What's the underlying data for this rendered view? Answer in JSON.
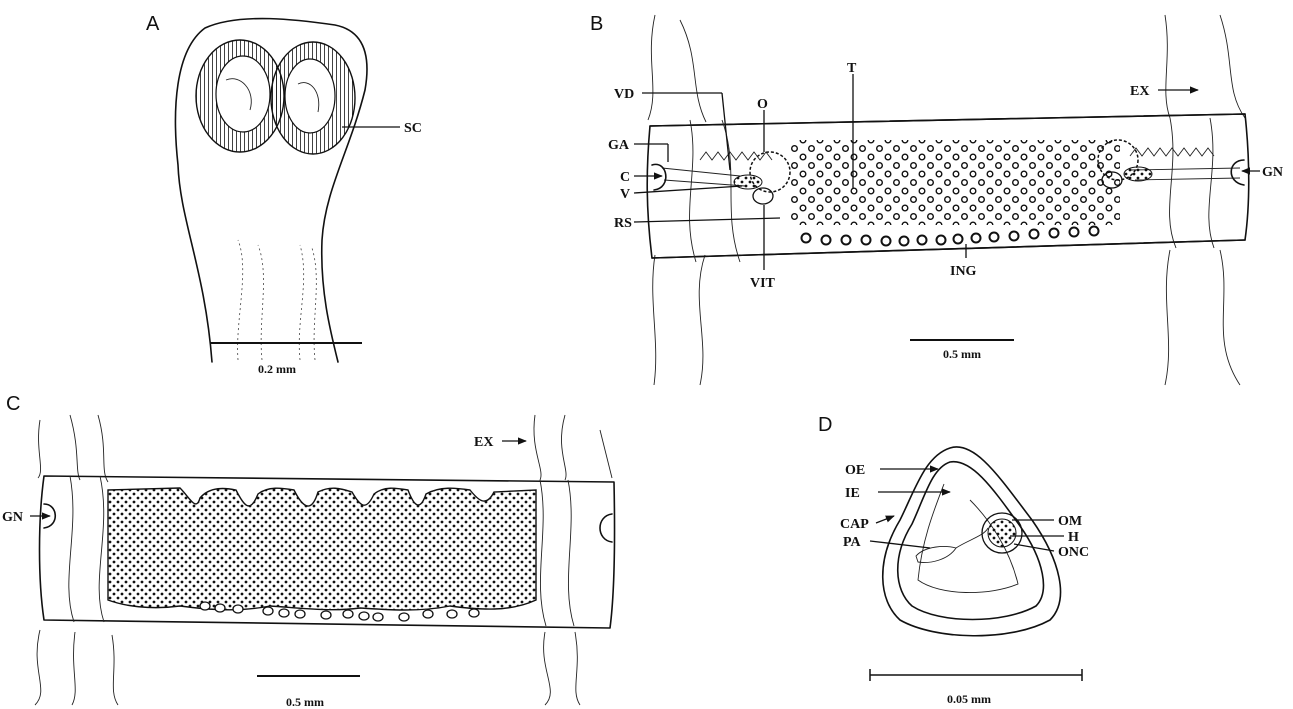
{
  "panels": {
    "a": {
      "letter": "A",
      "labels": {
        "sc": "SC"
      },
      "scale_text": "0.2 mm"
    },
    "b": {
      "letter": "B",
      "labels": {
        "vd": "VD",
        "o": "O",
        "t": "T",
        "ex": "EX",
        "ga": "GA",
        "c": "C",
        "v": "V",
        "rs": "RS",
        "vit": "VIT",
        "ing": "ING",
        "gn": "GN"
      },
      "scale_text": "0.5 mm"
    },
    "c": {
      "letter": "C",
      "labels": {
        "ex": "EX",
        "gn": "GN"
      },
      "scale_text": "0.5 mm"
    },
    "d": {
      "letter": "D",
      "labels": {
        "oe": "OE",
        "ie": "IE",
        "cap": "CAP",
        "pa": "PA",
        "om": "OM",
        "h": "H",
        "onc": "ONC"
      },
      "scale_text": "0.05 mm"
    }
  }
}
